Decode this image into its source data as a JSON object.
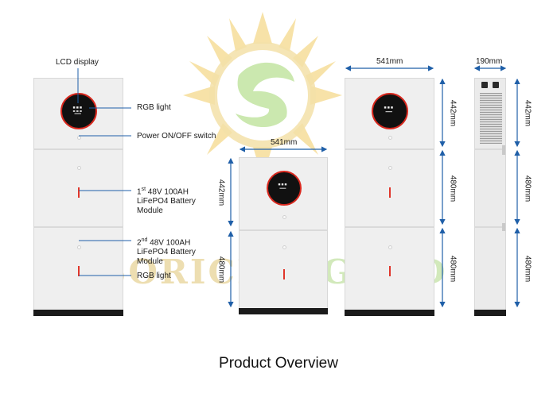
{
  "title": "Product Overview",
  "watermark": {
    "left_text": "SORICH",
    "right_text": "GOOD",
    "left_color": "#e9d9a6",
    "right_color": "#cfe8b4"
  },
  "callouts": {
    "lcd_display": "LCD display",
    "rgb_light_top": "RGB light",
    "power_switch": "Power ON/OFF switch",
    "module1_sup": "st",
    "module1_num": "1",
    "module1_line1": "48V 100AH",
    "module1_line2": "LiFePO4 Battery",
    "module1_line3": "Module",
    "module2_sup": "nd",
    "module2_num": "2",
    "module2_line1": "48V 100AH",
    "module2_line2": "LiFePO4 Battery",
    "module2_line3": "Module",
    "rgb_light_bottom": "RGB light"
  },
  "dimensions": {
    "mid_width": "541mm",
    "mid_top_height": "442mm",
    "mid_bottom_height": "480mm",
    "front_width": "541mm",
    "front_top_height": "442mm",
    "front_mid_height": "480mm",
    "front_bottom_height": "480mm",
    "side_width": "190mm",
    "side_top_height": "442mm",
    "side_mid_height": "480mm",
    "side_bottom_height": "480mm"
  },
  "colors": {
    "accent_red": "#e0362b",
    "leader_blue": "#1f5fa8",
    "dim_arrow": "#1f5fa8",
    "sun_yellow": "#f3d68a",
    "leaf_green": "#bfe3a0"
  }
}
